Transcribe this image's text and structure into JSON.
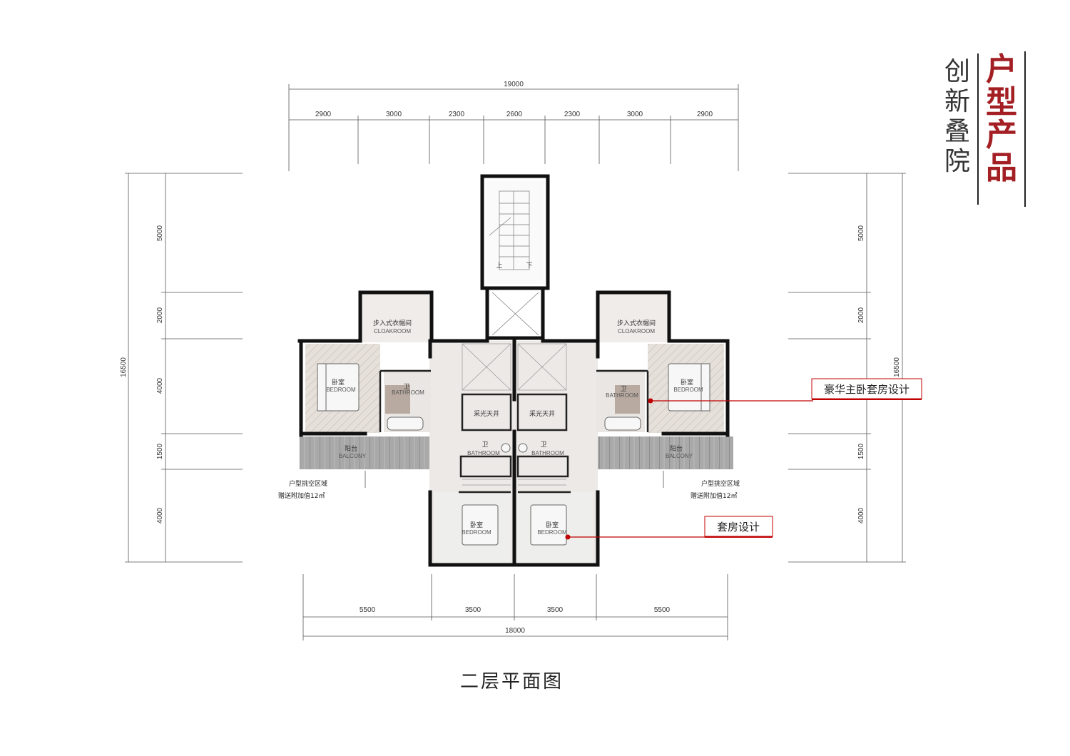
{
  "header": {
    "main_title": [
      "户",
      "型",
      "产",
      "品"
    ],
    "sub_title": [
      "创",
      "新",
      "叠",
      "院"
    ],
    "main_color": "#a31f24"
  },
  "plan": {
    "title": "二层平面图",
    "dims_top": {
      "total": "19000",
      "segments": [
        "2900",
        "3000",
        "2300",
        "2600",
        "2300",
        "3000",
        "2900"
      ]
    },
    "dims_bottom": {
      "total": "18000",
      "segments": [
        "5500",
        "3500",
        "3500",
        "5500"
      ]
    },
    "dims_left": {
      "total": "16500",
      "segments": [
        "5000",
        "2000",
        "4000",
        "1500",
        "4000"
      ]
    },
    "dims_right": {
      "total": "16500",
      "segments": [
        "5000",
        "2000",
        "4000",
        "1500",
        "4000"
      ]
    },
    "stair_labels": {
      "up": "上",
      "down": "下"
    },
    "rooms": {
      "cloakroom_cn": "步入式衣帽间",
      "cloakroom_en": "CLOAKROOM",
      "bedroom_cn": "卧室",
      "bedroom_en": "BEDROOM",
      "bathroom_cn": "卫",
      "bathroom_en": "BATHROOM",
      "balcony_cn": "阳台",
      "balcony_en": "BALCONY",
      "lightwell": "采光天井"
    },
    "notes": {
      "void_area": "户型挑空区域",
      "bonus_area": "赠送附加值12㎡"
    },
    "callouts": {
      "master_suite": "豪华主卧套房设计",
      "suite": "套房设计",
      "accent_color": "#c00000"
    }
  }
}
